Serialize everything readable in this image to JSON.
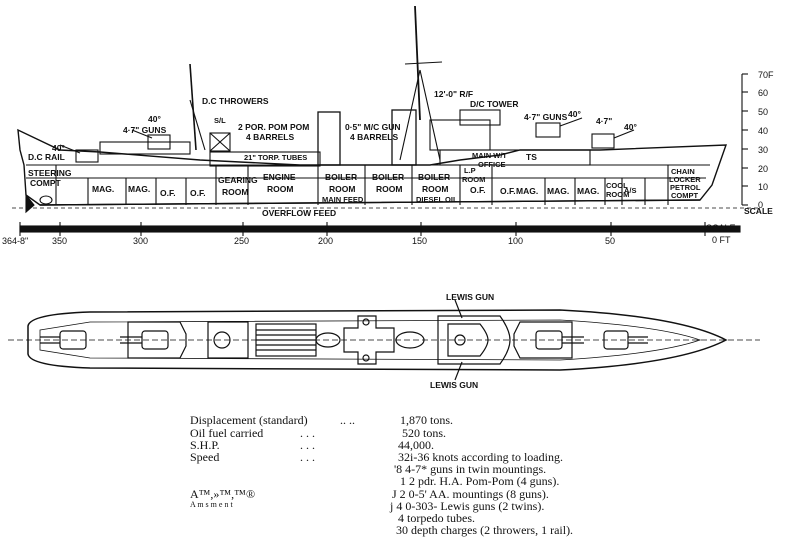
{
  "profile": {
    "labels": {
      "dc_throwers": "D.C THROWERS",
      "sl": "S/L",
      "pom_pom": "2 POR. POM POM",
      "pom_pom_barrels": "4 BARRELS",
      "torp_tubes": "21\" TORP. TUBES",
      "mc_gun": "0·5\" M/C GUN",
      "mc_gun_barrels": "4 BARRELS",
      "rf": "12'-0\" R/F",
      "dc_tower": "D/C TOWER",
      "guns_47_aft": "4·7\" GUNS",
      "guns_47_aft2": "40°",
      "guns_40_aft": "40°",
      "guns_47_fwd": "4·7\" GUNS",
      "guns_40_fwd": "40°",
      "guns_47_fwd2": "4·7\"",
      "guns_40_fwd2": "40°",
      "dc_rail": "D.C RAIL",
      "steering": "STEERING",
      "steering2": "COMPT",
      "mag": "MAG.",
      "of": "O.F.",
      "gearing": "GEARING",
      "room": "ROOM",
      "engine": "ENGINE",
      "boiler": "BOILER",
      "main_feed": "MAIN FEED",
      "diesel_oil": "DIESEL OIL",
      "overflow_feed": "OVERFLOW FEED",
      "lp": "L.P",
      "main_wt": "MAIN W/T",
      "office": "OFFICE",
      "ts": "TS",
      "cool": "COOL",
      "as": "A/S",
      "chain": "CHAIN",
      "locker": "LOCKER",
      "petrol": "PETROL",
      "compt": "COMPT",
      "scale_word": "SCALE",
      "scale_sub": "SCALE-",
      "ft_label": "0 FT"
    },
    "length_ticks": [
      "364-8\"",
      "350",
      "300",
      "250",
      "200",
      "150",
      "100",
      "50"
    ],
    "height_ticks": [
      "70F",
      "60",
      "50",
      "40",
      "30",
      "20",
      "10",
      "0"
    ]
  },
  "plan": {
    "lewis_gun_top": "LEWIS GUN",
    "lewis_gun_bottom": "LEWIS GUN"
  },
  "specs": {
    "rows": [
      {
        "label": "Displacement (standard)",
        "dots": "..         ..",
        "value": "1,870 tons."
      },
      {
        "label": "Oil fuel carried",
        "dots": ".        .        .",
        "value": "520 tons."
      },
      {
        "label": "S.H.P.",
        "dots": ".        .        .",
        "value": "44,000."
      },
      {
        "label": "Speed",
        "dots": ".        .        .",
        "value": "32i-36 knots according to loading."
      }
    ],
    "arm_label": "A™,»™,™®",
    "arm_label2": "A m s m e n t",
    "arm_lines": [
      "'8 4-7* guns in twin mountings.",
      "1 2 pdr. H.A. Pom-Pom (4 guns).",
      "J  2 0-5' AA. mountings (8 guns).",
      "j 4 0-303- Lewis guns (2 twins).",
      "4 torpedo tubes.",
      "30 depth charges (2 throwers, 1 rail)."
    ]
  }
}
